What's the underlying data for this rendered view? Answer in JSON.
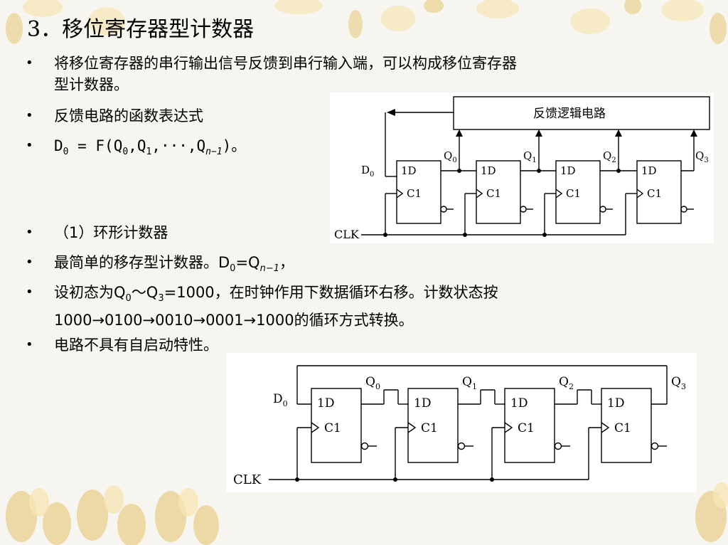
{
  "title": "3．移位寄存器型计数器",
  "bullets": {
    "b1_line1": "将移位寄存器的串行输出信号反馈到串行输入端，可以构成移位寄存器",
    "b1_line2": "型计数器。",
    "b2": "反馈电路的函数表达式",
    "b3": {
      "p1": "D",
      "p1_sub": "0",
      "p2": " = F(Q",
      "p2_sub": "0",
      "p3": ",Q",
      "p3_sub": "1",
      "p4": ",···,Q",
      "p4_sub": "n−1",
      "p5": ")。"
    },
    "b4": "（1）环形计数器",
    "b5": {
      "p1": "最简单的移存型计数器。D",
      "p1_sub": "0",
      "p2": "=Q",
      "p2_sub": "n−1",
      "p3": "，"
    },
    "b6": {
      "p1": "设初态为Q",
      "p1_sub": "0",
      "p2": "～Q",
      "p2_sub": "3",
      "p3": "=1000，在时钟作用下数据循环右移。计数状态按",
      "line2": "1000→0100→0010→0001→1000的循环方式转换。"
    },
    "b7": "电路不具有自启动特性。"
  },
  "bullet_glyph": "•",
  "circuit1": {
    "feedback_box_label": "反馈逻辑电路",
    "clk_label": "CLK",
    "d0_label": "D",
    "d0_sub": "0",
    "ff_d_label": "1D",
    "ff_clk_label": "C1",
    "outputs": [
      {
        "name": "Q",
        "sub": "0"
      },
      {
        "name": "Q",
        "sub": "1"
      },
      {
        "name": "Q",
        "sub": "2"
      },
      {
        "name": "Q",
        "sub": "3"
      }
    ]
  },
  "circuit2": {
    "clk_label": "CLK",
    "d0_label": "D",
    "d0_sub": "0",
    "ff_d_label": "1D",
    "ff_clk_label": "C1",
    "outputs": [
      {
        "name": "Q",
        "sub": "0"
      },
      {
        "name": "Q",
        "sub": "1"
      },
      {
        "name": "Q",
        "sub": "2"
      },
      {
        "name": "Q",
        "sub": "3"
      }
    ]
  },
  "colors": {
    "background": "#f7f5ef",
    "decor_gold": "#e6c777",
    "decor_light": "#f6e6b6"
  }
}
